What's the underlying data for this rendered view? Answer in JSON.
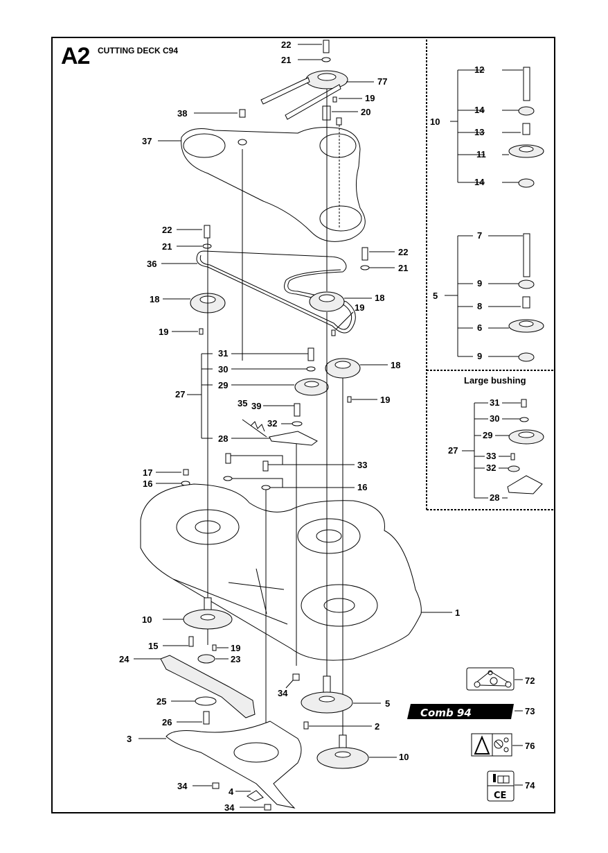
{
  "header": {
    "section": "A2",
    "title": "CUTTING DECK C94"
  },
  "insets": {
    "spindle_10": {
      "group": "10",
      "parts": [
        "12",
        "14",
        "13",
        "11",
        "14"
      ]
    },
    "spindle_5": {
      "group": "5",
      "parts": [
        "7",
        "9",
        "8",
        "6",
        "9"
      ]
    },
    "large_bushing": {
      "title": "Large bushing",
      "group": "27",
      "parts": [
        "31",
        "30",
        "29",
        "33",
        "32",
        "28"
      ]
    }
  },
  "callouts": {
    "top_bolt": "22",
    "top_washer": "21",
    "top_pulley": "77",
    "top_key": "19",
    "top_spacer": "20",
    "cover_bolt": "38",
    "cover": "37",
    "left_bolt": "22",
    "left_washer": "21",
    "belt": "36",
    "left_pulley": "18",
    "left_key": "19",
    "right_bolt": "22",
    "right_washer": "21",
    "mid_pulley": "18",
    "mid_key": "19",
    "lower_pulley": "18",
    "lower_key": "19",
    "idler_bolt": "31",
    "idler_washer": "30",
    "idler_pulley": "29",
    "idler_group": "27",
    "spring": "35",
    "arm_bolt": "39",
    "arm_washer": "32",
    "idler_arm": "28",
    "deck_bolts": "33",
    "nut_17": "17",
    "washer_16a": "16",
    "washer_16b": "16",
    "deck": "1",
    "left_spindle": "10",
    "spindle_bolt": "15",
    "blade_key": "19",
    "bearing": "23",
    "blade": "24",
    "blade_washer": "25",
    "blade_bolt": "26",
    "guard": "3",
    "nut_34a": "34",
    "knob": "4",
    "nut_34b": "34",
    "nut_34c": "34",
    "center_spindle": "5",
    "bolt_2": "2",
    "right_spindle": "10"
  },
  "decals": {
    "belt_routing": "72",
    "model": "73",
    "model_text": "Comb 94",
    "warning": "76",
    "ce": "74",
    "ce_text": "CE"
  }
}
